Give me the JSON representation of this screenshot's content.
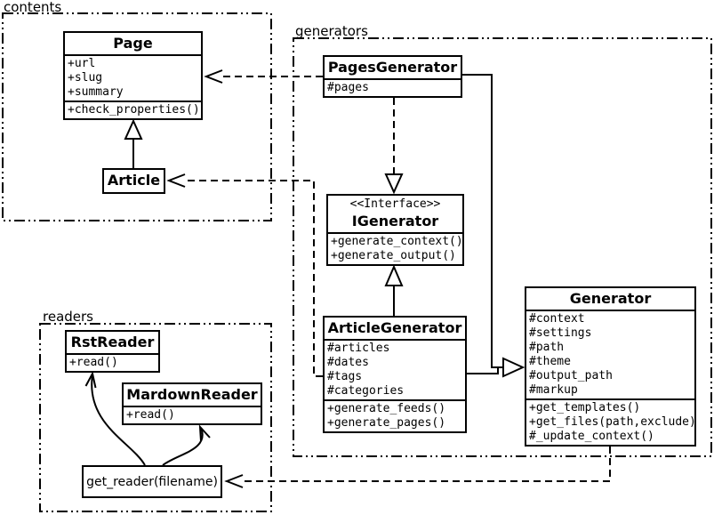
{
  "diagram": {
    "packages": [
      {
        "id": "contents",
        "label": "contents"
      },
      {
        "id": "generators",
        "label": "generators"
      },
      {
        "id": "readers",
        "label": "readers"
      }
    ],
    "classes": {
      "page": {
        "title": "Page",
        "attrs": [
          "+url",
          "+slug",
          "+summary"
        ],
        "methods": [
          "+check_properties()"
        ]
      },
      "article": {
        "title": "Article"
      },
      "pages_generator": {
        "title": "PagesGenerator",
        "attrs": [
          "#pages"
        ]
      },
      "igenerator": {
        "stereotype": "<<Interface>>",
        "title": "IGenerator",
        "methods": [
          "+generate_context()",
          "+generate_output()"
        ]
      },
      "article_generator": {
        "title": "ArticleGenerator",
        "attrs": [
          "#articles",
          "#dates",
          "#tags",
          "#categories"
        ],
        "methods": [
          "+generate_feeds()",
          "+generate_pages()"
        ]
      },
      "generator": {
        "title": "Generator",
        "attrs": [
          "#context",
          "#settings",
          "#path",
          "#theme",
          "#output_path",
          "#markup"
        ],
        "methods": [
          "+get_templates()",
          "+get_files(path,exclude)",
          "#_update_context()"
        ]
      },
      "rst_reader": {
        "title": "RstReader",
        "methods": [
          "+read()"
        ]
      },
      "mardown_reader": {
        "title": "MardownReader",
        "methods": [
          "+read()"
        ]
      },
      "get_reader": {
        "label": "get_reader(filename)"
      }
    },
    "relations": [
      {
        "from": "Article",
        "to": "Page",
        "type": "inheritance"
      },
      {
        "from": "PagesGenerator",
        "to": "Page",
        "type": "dependency"
      },
      {
        "from": "ArticleGenerator",
        "to": "Article",
        "type": "dependency"
      },
      {
        "from": "PagesGenerator",
        "to": "IGenerator",
        "type": "realization"
      },
      {
        "from": "ArticleGenerator",
        "to": "IGenerator",
        "type": "inheritance"
      },
      {
        "from": "PagesGenerator",
        "to": "Generator",
        "type": "inheritance"
      },
      {
        "from": "ArticleGenerator",
        "to": "Generator",
        "type": "inheritance"
      },
      {
        "from": "Generator",
        "to": "get_reader(filename)",
        "type": "dependency"
      },
      {
        "from": "get_reader(filename)",
        "to": "RstReader",
        "type": "arrow"
      },
      {
        "from": "get_reader(filename)",
        "to": "MardownReader",
        "type": "arrow"
      }
    ],
    "colors": {
      "line": "#000000",
      "background": "#ffffff"
    }
  }
}
